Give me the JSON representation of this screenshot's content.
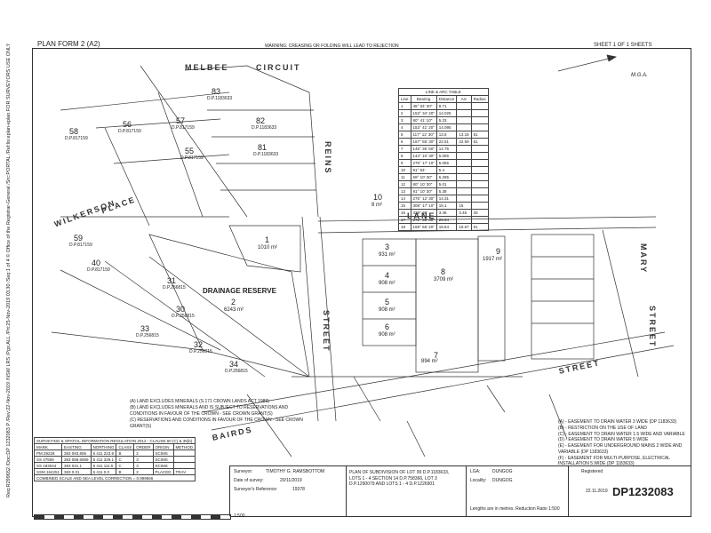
{
  "header": {
    "form": "PLAN FORM 2 (A2)",
    "warning": "WARNING: CREASING OR FOLDING WILL LEAD TO REJECTION",
    "sheet": "SHEET 1 OF 1 SHEETS",
    "mga": "M.G.A."
  },
  "side_text": "Req:R299652 /Doc:DP 1232083 P /Rev:22-Nov-2019 /NSW LRS /Pgs:ALL /Prt:25-Nov-2019 03:30 /Seq:1 of 4 © Office of the Registrar-General /Src:PORTAL /Ref:lis:eplan-eplan FOR SURVEYORS USE ONLY",
  "streets": {
    "melbee": "MELBEE",
    "circuit": "CIRCUIT",
    "wilkerson": "WILKERSON",
    "place": "PLACE",
    "reins": "REINS",
    "street_mid": "STREET",
    "lane": "LANE",
    "mary": "MARY",
    "street_right": "STREET",
    "street_lower": "STREET",
    "bairds": "BAIRDS"
  },
  "reserve": {
    "name": "DRAINAGE RESERVE",
    "number": "2",
    "area": "6243 m²"
  },
  "lots": [
    {
      "num": "1",
      "area": "1010 m²"
    },
    {
      "num": "3",
      "area": "931 m²"
    },
    {
      "num": "4",
      "area": "908 m²"
    },
    {
      "num": "5",
      "area": "908 m²"
    },
    {
      "num": "6",
      "area": "908 m²"
    },
    {
      "num": "7",
      "area": "894 m²"
    },
    {
      "num": "8",
      "area": "3709 m²"
    },
    {
      "num": "9",
      "area": "1917 m²"
    },
    {
      "num": "10",
      "area": "8 m²"
    }
  ],
  "dp_lots": [
    {
      "lot": "83",
      "dp": "D.P.1183633"
    },
    {
      "lot": "82",
      "dp": "D.P.1183633"
    },
    {
      "lot": "81",
      "dp": "D.P.1183633"
    },
    {
      "lot": "57",
      "dp": "D.P.817159"
    },
    {
      "lot": "56",
      "dp": "D.P.817159"
    },
    {
      "lot": "55",
      "dp": "D.P.817159"
    },
    {
      "lot": "58",
      "dp": "D.P.817159"
    },
    {
      "lot": "59",
      "dp": "D.P.817159"
    },
    {
      "lot": "40",
      "dp": "D.P.817159"
    },
    {
      "lot": "31",
      "dp": "D.P.256815"
    },
    {
      "lot": "30",
      "dp": "D.P.256815"
    },
    {
      "lot": "33",
      "dp": "D.P.256815"
    },
    {
      "lot": "32",
      "dp": "D.P.256815"
    },
    {
      "lot": "34",
      "dp": "D.P.256815"
    }
  ],
  "arc_table": {
    "title": "LINE & ARC TABLE",
    "headers": [
      "Line",
      "Bearing",
      "Distance",
      "Arc",
      "Radius"
    ],
    "rows": [
      [
        "1",
        "45° 54' 30\"",
        "8.71",
        "",
        ""
      ],
      [
        "2",
        "153° 34' 20\"",
        "14.025",
        "",
        ""
      ],
      [
        "3",
        "90° 41' 10\"",
        "5.33",
        "",
        ""
      ],
      [
        "4",
        "153° 41' 20\"",
        "14.095",
        "",
        ""
      ],
      [
        "5",
        "117° 12' 30\"",
        "13.5",
        "13.18",
        "51"
      ],
      [
        "6",
        "167° 56' 30\"",
        "22.51",
        "22.59",
        "51"
      ],
      [
        "7",
        "145° 35' 50\"",
        "14.75",
        "",
        ""
      ],
      [
        "8",
        "144° 10' 30\"",
        "5.055",
        "",
        ""
      ],
      [
        "9",
        "275° 17' 10\"",
        "5.055",
        "",
        ""
      ],
      [
        "10",
        "91° 54'",
        "5.4",
        "",
        ""
      ],
      [
        "11",
        "69° 10' 30\"",
        "5.285",
        "",
        ""
      ],
      [
        "12",
        "80° 10' 30\"",
        "5.01",
        "",
        ""
      ],
      [
        "13",
        "91° 10' 30\"",
        "5.38",
        "",
        ""
      ],
      [
        "14",
        "275° 12' 30\"",
        "14.31",
        "",
        ""
      ],
      [
        "15",
        "308° 17' 10\"",
        "15.1",
        "15",
        ""
      ],
      [
        "16",
        "329° 36'",
        "3.45",
        "3.46",
        "25"
      ],
      [
        "17",
        "272° 35' 30\"",
        "26.64",
        "",
        ""
      ],
      [
        "18",
        "159° 55' 20\"",
        "18.64",
        "18.67",
        "51"
      ]
    ]
  },
  "notes": [
    "(A) LAND EXCLUDES MINERALS (S.171 CROWN LANDS ACT 1989)",
    "(B) LAND EXCLUDES MINERALS AND IS SUBJECT TO RESERVATIONS AND CONDITIONS IN FAVOUR OF THE CROWN - SEE CROWN GRANT(S)",
    "(C) RESERVATIONS AND CONDITIONS IN FAVOUR OF THE CROWN - SEE CROWN GRANT(S)"
  ],
  "easements": [
    "(A) - EASEMENT TO DRAIN WATER 3 WIDE (DP 1183633)",
    "(B) - RESTRICTION ON THE USE OF LAND",
    "(C) - EASEMENT TO DRAIN WATER 1.5 WIDE AND VARIABLE",
    "(D) - EASEMENT TO DRAIN WATER 5 WIDE",
    "(E) - EASEMENT FOR UNDERGROUND MAINS 2 WIDE AND VARIABLE (DP 1183633)",
    "(F) - EASEMENT FOR MULTI-PURPOSE, ELECTRICAL INSTALLATION 5 WIDE (DP 1183633)"
  ],
  "survey_table": {
    "title": "SURVEYING & SPATIAL INFORMATION REGULATION 2012 - CLAUSE 60 (C) & 35(b)",
    "headers": [
      "MARK",
      "EASTING",
      "NORTHING",
      "CLASS",
      "ORDER",
      "ORIGIN",
      "METHOD"
    ],
    "rows": [
      [
        "PM 29228",
        "383 093.806",
        "6 411 223.9",
        "B",
        "2",
        "SCIMS",
        ""
      ],
      [
        "SS 47506",
        "383 058.6859",
        "6 411 329.1",
        "C",
        "3",
        "SCIMS",
        ""
      ],
      [
        "SS 183044",
        "383 041.1",
        "6 411 111.5",
        "C",
        "3",
        "SCIMS",
        ""
      ],
      [
        "SSM 164251",
        "383 0.01",
        "6 411 0.0",
        "B",
        "2",
        "PLACED",
        "TRAV"
      ]
    ],
    "footer": "COMBINED SCALE AND SEA LEVEL CORRECTION = 0.999566"
  },
  "title_block": {
    "surveyor_label": "Surveyor:",
    "surveyor": "TIMOTHY G. RAMSBOTTOM",
    "date_label": "Date of survey:",
    "date": "20/11/2019",
    "ref_label": "Surveyor's Reference:",
    "ref": "19378",
    "plan_title": "PLAN OF SUBDIVISION OF LOT 99 D.P.1183633, LOTS 1 - 4 SECTION 14 D.P.758366, LOT 3 D.P.1290079 AND LOTS 1 - 4 D.P.1226901",
    "lga_label": "LGA:",
    "lga": "DUNGOG",
    "locality_label": "Locality:",
    "locality": "DUNGOG",
    "lengths": "Lengths are in metres. Reduction Ratio 1:500",
    "registered_label": "Registered",
    "registered": "22.11.2019",
    "dp": "DP1232083"
  },
  "scale_label": "1:500"
}
